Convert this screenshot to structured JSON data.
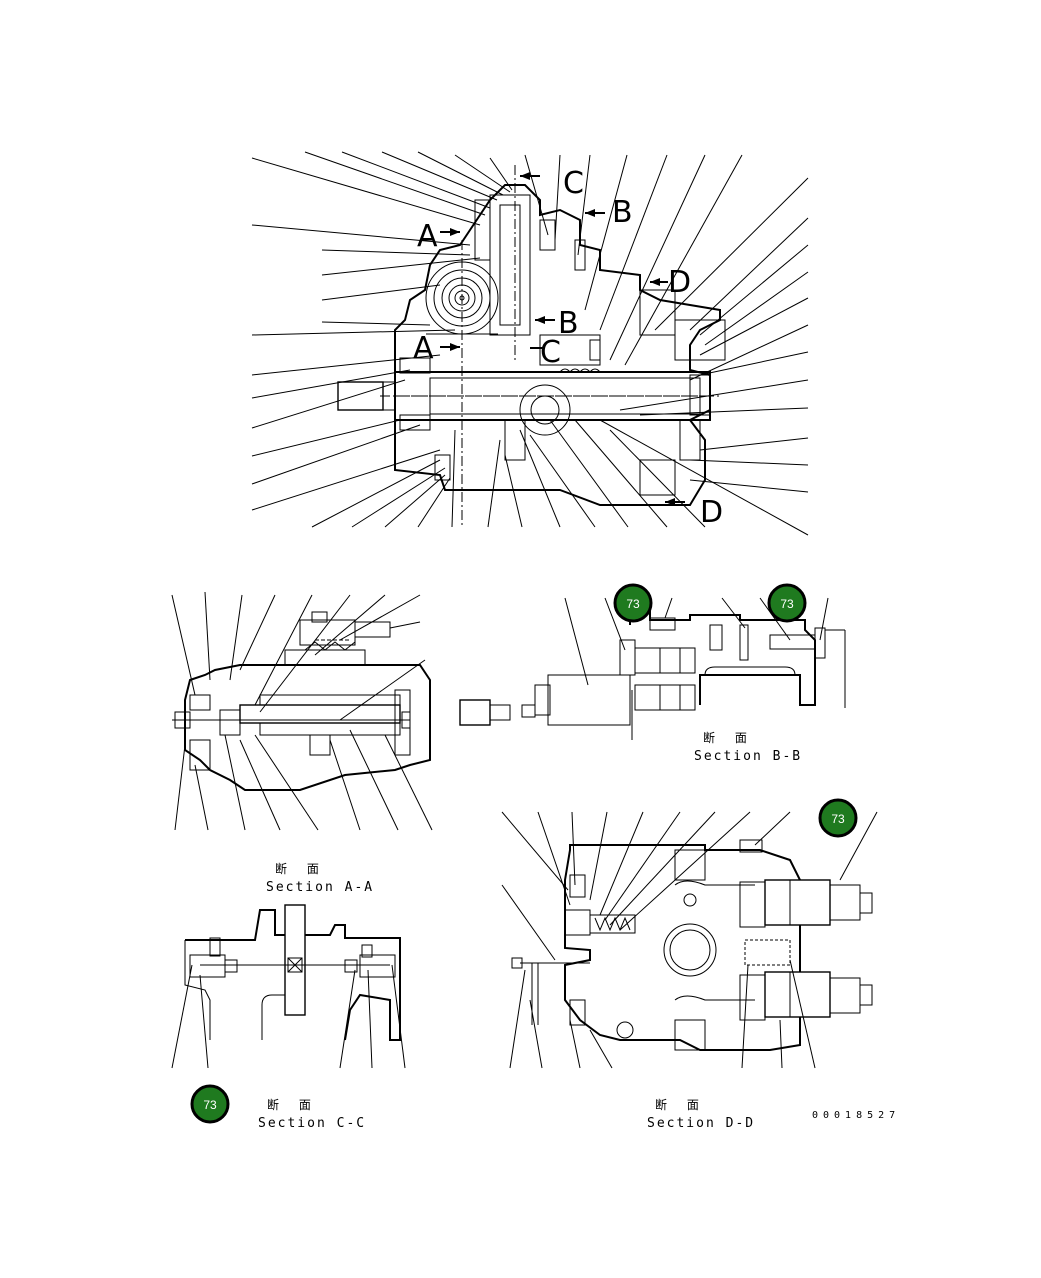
{
  "drawing": {
    "cut_labels": [
      "C",
      "B",
      "A",
      "B",
      "D",
      "A",
      "C",
      "D"
    ],
    "sections": [
      {
        "jp": "断 面",
        "title": "Section B-B"
      },
      {
        "jp": "断 面",
        "title": "Section A-A"
      },
      {
        "jp": "断 面",
        "title": "Section C-C"
      },
      {
        "jp": "断 面",
        "title": "Section D-D"
      }
    ],
    "callouts": [
      "73",
      "73",
      "73",
      "73"
    ],
    "reference_number": "00018527",
    "colors": {
      "callout_fill": "#1f7a1f",
      "line": "#000000",
      "background": "#ffffff"
    }
  }
}
